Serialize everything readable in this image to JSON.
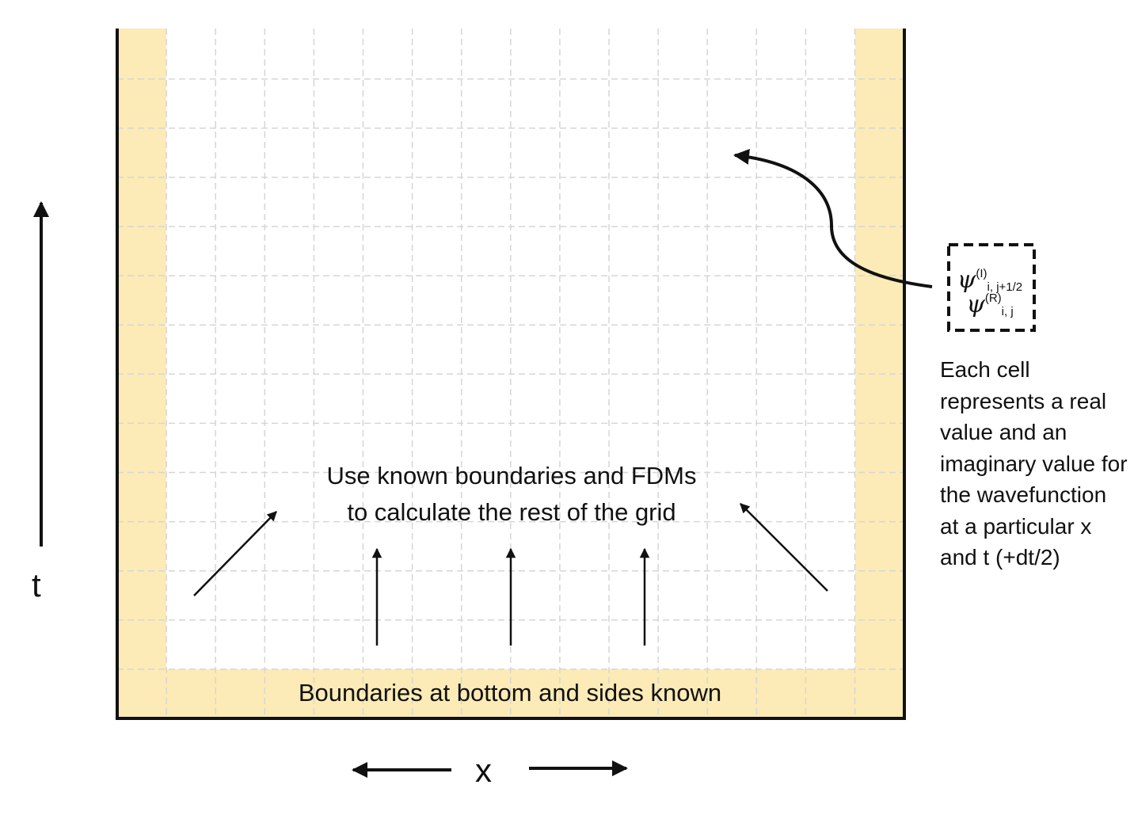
{
  "labels": {
    "center_line1": "Use known boundaries and FDMs",
    "center_line2": "to calculate the rest of the grid",
    "bottom": "Boundaries at bottom and sides known",
    "axis_t": "t",
    "axis_x": "x",
    "side_note": "Each cell represents a real value and an imaginary value for the wavefunction at a particular x and t (+dt/2)"
  },
  "cell_box": {
    "psi_symbol": "ψ",
    "line1_sup": "(I)",
    "line1_sub": "i, j+1/2",
    "line2_sup": "(R)",
    "line2_sub": "i, j"
  },
  "colors": {
    "boundary_fill": "#fcebb6",
    "grid_line": "#d6d6d6",
    "ink": "#111111"
  }
}
